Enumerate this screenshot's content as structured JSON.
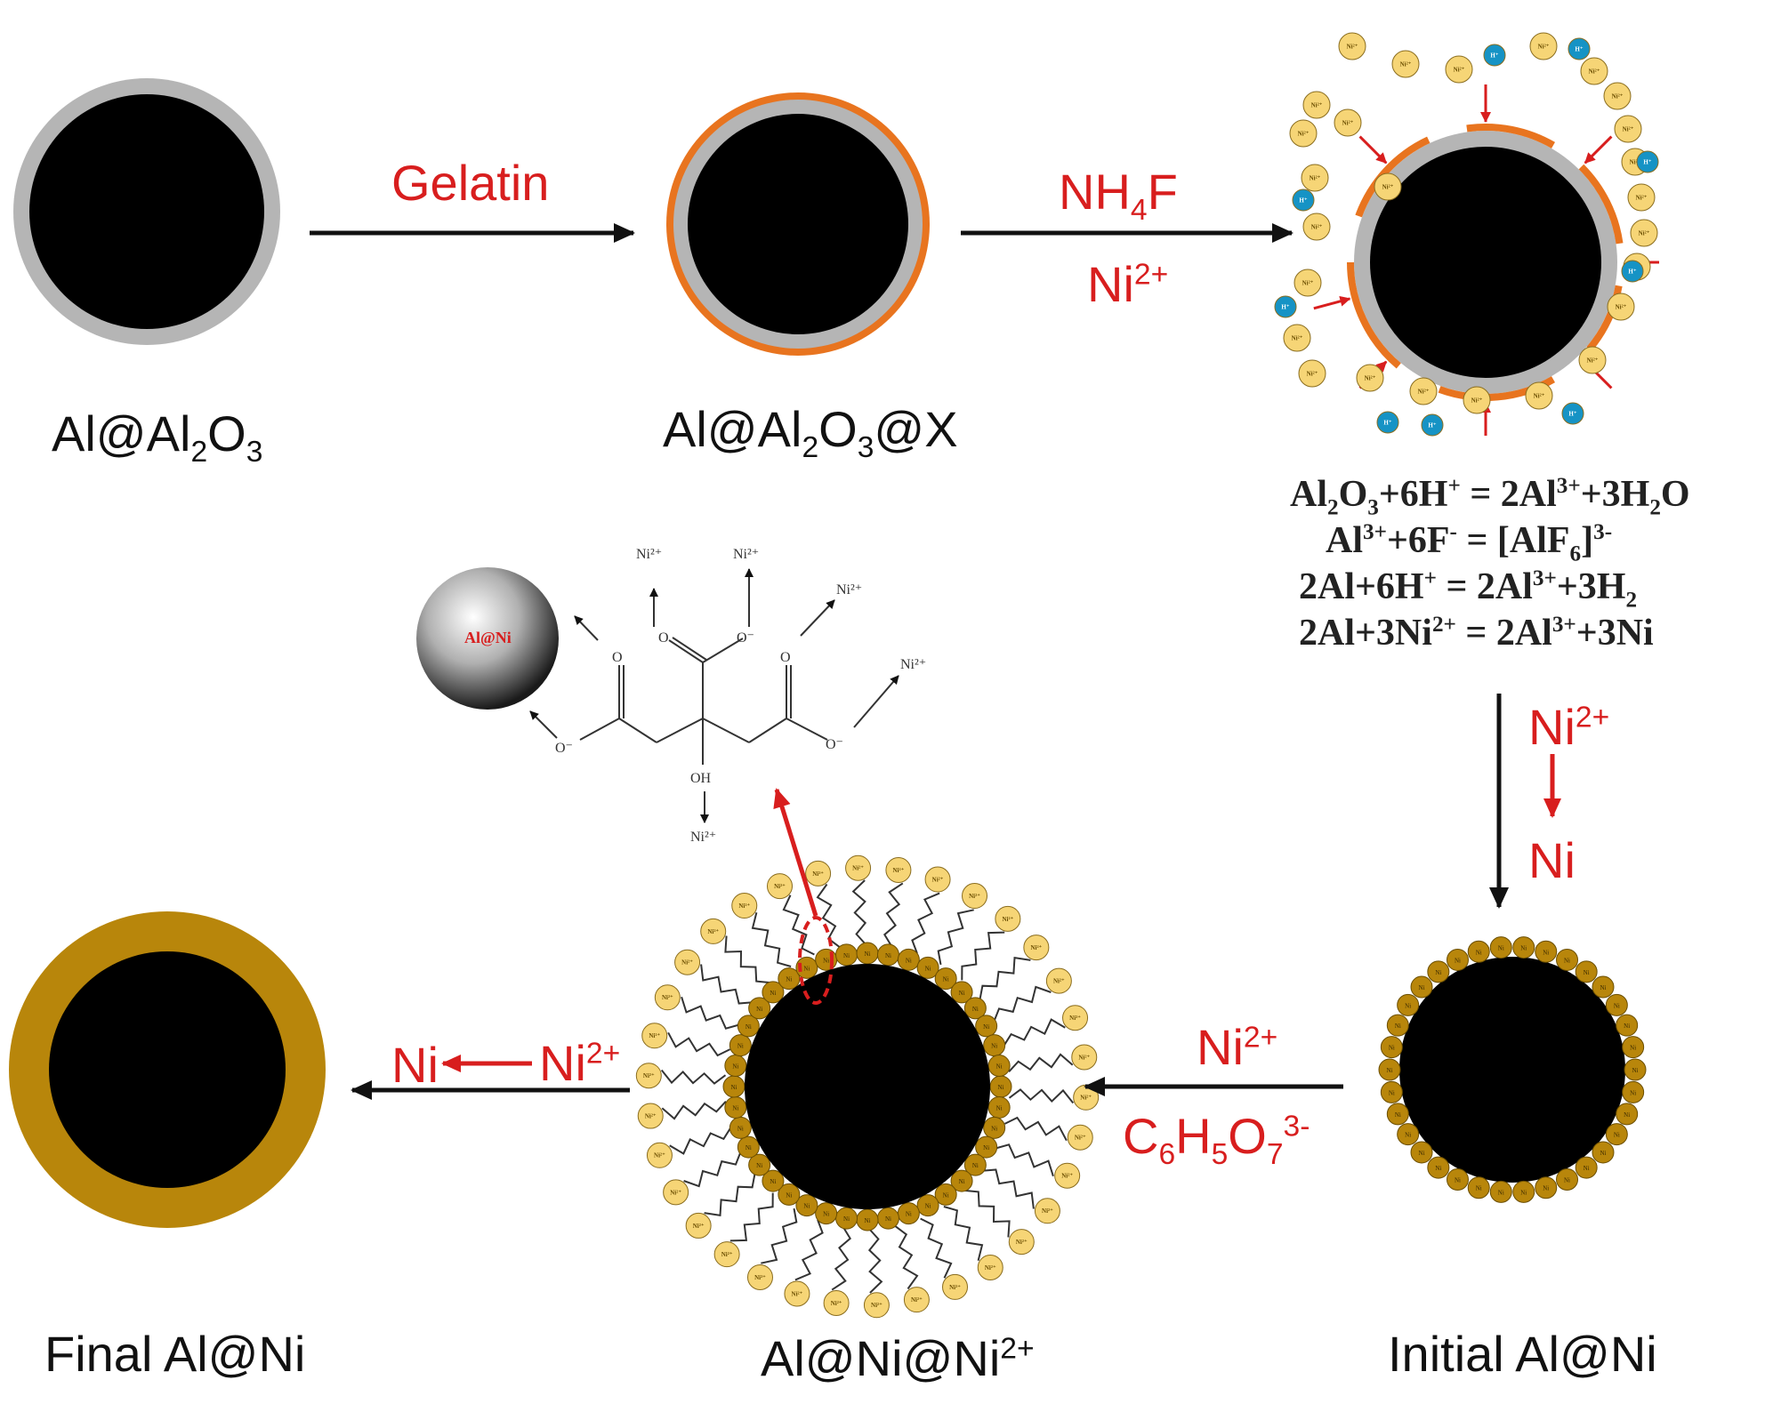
{
  "labels": {
    "al_al2o3": {
      "base": "Al@Al",
      "s1": "2",
      "mid": "O",
      "s2": "3"
    },
    "al_al2o3_x": {
      "base": "Al@Al",
      "s1": "2",
      "mid": "O",
      "s2": "3",
      "tail": "@X"
    },
    "final_al_ni": "Final Al@Ni",
    "al_ni_ni2": {
      "base": "Al@Ni@Ni",
      "sup": "2+"
    },
    "initial_al_ni": "Initial Al@Ni"
  },
  "reagents": {
    "gelatin": "Gelatin",
    "nh4f": {
      "base": "NH",
      "sub": "4",
      "tail": "F"
    },
    "ni2_top": {
      "base": "Ni",
      "sup": "2+"
    },
    "ni2_right": {
      "base": "Ni",
      "sup": "2+"
    },
    "ni_right": "Ni",
    "ni2_mid": {
      "base": "Ni",
      "sup": "2+"
    },
    "citrate": {
      "c": "C",
      "s6": "6",
      "h": "H",
      "s5": "5",
      "o": "O",
      "s7": "7",
      "sup": "3-"
    },
    "ni_left": "Ni",
    "ni2_left": {
      "base": "Ni",
      "sup": "2+"
    }
  },
  "equations": [
    {
      "a": "Al",
      "b": "2",
      "c": "O",
      "d": "3",
      "e": "+6H",
      "f": "+",
      "g": " = 2Al",
      "h": "3+",
      "i": "+3H",
      "j": "2",
      "k": "O"
    },
    {
      "a": "Al",
      "b": "3+",
      "c": "+6F",
      "d": "-",
      "e": " = [AlF",
      "f": "6",
      "g": "]",
      "h": "3-"
    },
    {
      "a": "2Al+6H",
      "b": "+",
      "c": " = 2Al",
      "d": "3+",
      "e": "+3H",
      "f": "2"
    },
    {
      "a": "2Al+3Ni",
      "b": "2+",
      "c": " = 2Al",
      "d": "3+",
      "e": "+3Ni"
    }
  ],
  "particle_tags": {
    "ni": "Ni²⁺",
    "h": "H⁺",
    "shell_ni": "Ni",
    "al_ni_sphere": "Al@Ni"
  },
  "citrate_structure": {
    "ni_top_left": "Ni²⁺",
    "ni_top_mid": "Ni²⁺",
    "ni_upper_right": "Ni²⁺",
    "ni_right": "Ni²⁺",
    "ni_bottom": "Ni²⁺",
    "oh": "OH",
    "o_minus": "O⁻",
    "o": "O"
  },
  "colors": {
    "core": "#000000",
    "oxide_shell": "#b5b5b5",
    "gelatin_shell": "#e8741f",
    "nickel_shell": "#b8860b",
    "ni_ion": "#f6d576",
    "h_ion": "#1693c5",
    "reagent_red": "#d81e1e"
  }
}
